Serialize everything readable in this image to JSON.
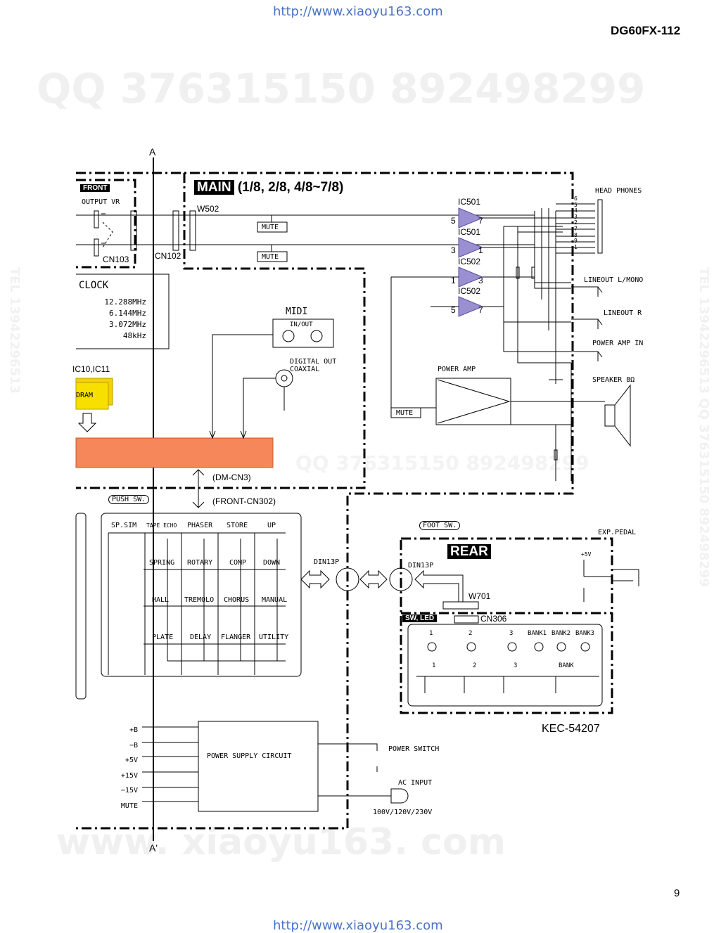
{
  "header": {
    "url_top": "http://www.xiaoyu163.com",
    "model": "DG60FX-112",
    "watermark_qq": "QQ 376315150   892498299",
    "url_bottom": "http://www.xiaoyu163.com",
    "page_number": "9"
  },
  "watermarks": {
    "big_bottom": "www. xiaoyu163. com",
    "side_right": "TEL 13942296513  QQ 376315150  892498299",
    "side_left": "TEL 13942296513",
    "mid_qq": "QQ 376315150  892498299"
  },
  "cut_line": {
    "top": "A",
    "bottom": "A'"
  },
  "main": {
    "tag": "MAIN",
    "pages": "(1/8, 2/8, 4/8~7/8)",
    "w502": "W502",
    "mute": "MUTE",
    "ics": [
      {
        "name": "IC501",
        "in": "5",
        "out": "7"
      },
      {
        "name": "IC501",
        "in": "3",
        "out": "1"
      },
      {
        "name": "IC502",
        "in": "1",
        "out": "3"
      },
      {
        "name": "IC502",
        "in": "5",
        "out": "7"
      }
    ],
    "clock": {
      "title": "CLOCK",
      "freqs": [
        "12.288MHz",
        "6.144MHz",
        "3.072MHz",
        "48kHz"
      ]
    },
    "midi": {
      "title": "MIDI",
      "port": "IN/OUT"
    },
    "digital_out": [
      "DIGITAL OUT",
      "COAXIAL"
    ],
    "ic_label": "IC10,IC11",
    "dram": "DRAM",
    "power_amp": "POWER AMP",
    "dm_cn3": "(DM-CN3)",
    "front_cn302": "(FRONT-CN302)"
  },
  "front": {
    "tag": "FRONT",
    "output_vr": "OUTPUT VR",
    "cn103": "CN103",
    "cn102": "CN102"
  },
  "jacks": {
    "head_phones": "HEAD PHONES",
    "lineout_l": "LINEOUT L/MONO",
    "lineout_r": "LINEOUT R",
    "power_amp_in": "POWER AMP IN",
    "speaker": "SPEAKER 8Ω",
    "pins": [
      "6",
      "5",
      "4",
      "3",
      "2",
      "7",
      "8",
      "9",
      "1"
    ]
  },
  "push_sw": {
    "title": "PUSH SW.",
    "labels": [
      [
        "SP.SIM",
        "TAPE ECHO",
        "PHASER",
        "STORE",
        "UP"
      ],
      [
        "",
        "SPRING",
        "ROTARY",
        "COMP",
        "DOWN"
      ],
      [
        "",
        "HALL",
        "TREMOLO",
        "CHORUS",
        "MANUAL"
      ],
      [
        "",
        "PLATE",
        "DELAY",
        "FLANGER",
        "UTILITY"
      ]
    ]
  },
  "din": {
    "left": "DIN13P",
    "right": "DIN13P"
  },
  "rear": {
    "tag": "REAR",
    "foot_sw": "FOOT SW.",
    "exp_pedal": "EXP.PEDAL",
    "plus5v": "+5V",
    "w701": "W701",
    "cn306": "CN306",
    "sw_led": "SW, LED",
    "led_labels": [
      "1",
      "2",
      "3",
      "BANK1",
      "BANK2",
      "BANK3"
    ],
    "sw_labels": [
      "1",
      "2",
      "3",
      "BANK"
    ],
    "board_code": "KEC-54207"
  },
  "power": {
    "circuit": "POWER SUPPLY CIRCUIT",
    "rails": [
      "+B",
      "−B",
      "+5V",
      "+15V",
      "−15V",
      "MUTE"
    ],
    "power_switch": "POWER SWITCH",
    "ac_input": "AC INPUT",
    "voltages": "100V/120V/230V"
  }
}
